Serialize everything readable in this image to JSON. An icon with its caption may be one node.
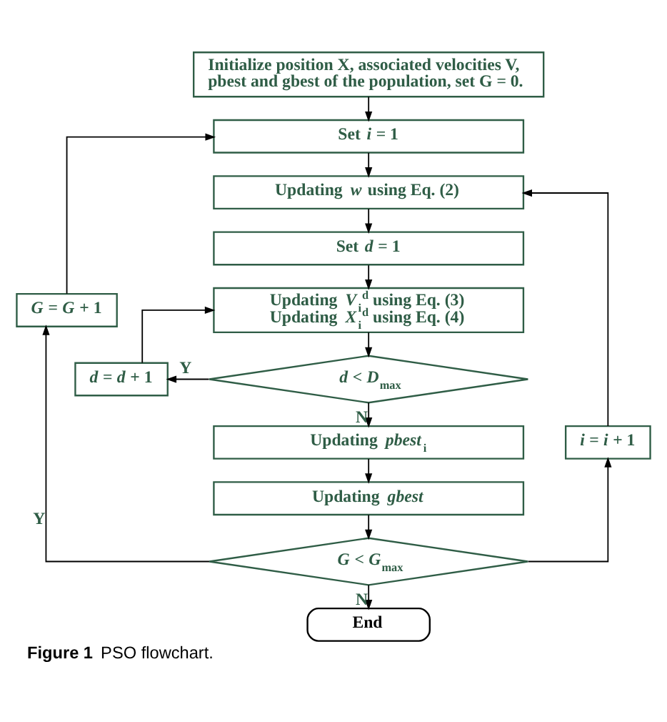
{
  "diagram": {
    "caption": "**Figure 1** PSO flowchart.",
    "nodes": [
      {
        "text": [
          "Initialize position X, associated velocities V, pbest and gbest of the population, set G = 0."
        ]
      },
      {
        "text": [
          "Set *i* = 1"
        ]
      },
      {
        "text": [
          "Updating *w* using Eq. (2)"
        ]
      },
      {
        "text": [
          "Set *d* = 1"
        ]
      },
      {
        "text": [
          "Updating *V*$_{i}$$^{d}$ using Eq. (3)",
          "Updating *X*$_{i}$$^{d}$ using Eq. (4)"
        ]
      },
      {
        "text": [
          "*d* < *D*$_{max}$"
        ]
      },
      {
        "text": [
          "*d* = *d* + 1"
        ]
      },
      {
        "text": [
          "Updating *pbest*$_{i}$"
        ]
      },
      {
        "text": [
          "Updating *gbest*"
        ]
      },
      {
        "text": [
          "*G* < *G*$_{max}$"
        ]
      },
      {
        "text": [
          "End"
        ]
      },
      {
        "text": [
          "*G* = *G* + 1"
        ]
      },
      {
        "text": [
          "*i* = *i* + 1"
        ]
      }
    ],
    "edges": [
      {
        "from": 0,
        "to": 1,
        "arrow": "to"
      },
      {
        "from": 1,
        "to": 2,
        "arrow": "to"
      },
      {
        "from": 2,
        "to": 3,
        "arrow": "to"
      },
      {
        "from": 3,
        "to": 4,
        "arrow": "to"
      },
      {
        "from": 4,
        "to": 5,
        "arrow": "to"
      },
      {
        "from": 5,
        "to": 6,
        "arrow": "to",
        "label": "Y"
      },
      {
        "from": 6,
        "to": 4,
        "arrow": "to"
      },
      {
        "from": 5,
        "to": 7,
        "arrow": "to",
        "label": "N"
      },
      {
        "from": 7,
        "to": 8,
        "arrow": "to"
      },
      {
        "from": 8,
        "to": 9,
        "arrow": "to"
      },
      {
        "from": 9,
        "to": 11,
        "arrow": "to",
        "label": "Y"
      },
      {
        "from": 11,
        "to": 1,
        "arrow": "to"
      },
      {
        "from": 9,
        "to": 12,
        "arrow": "to"
      },
      {
        "from": 12,
        "to": 2,
        "arrow": "to"
      },
      {
        "from": 9,
        "to": 10,
        "arrow": "to",
        "label": "N"
      }
    ]
  }
}
